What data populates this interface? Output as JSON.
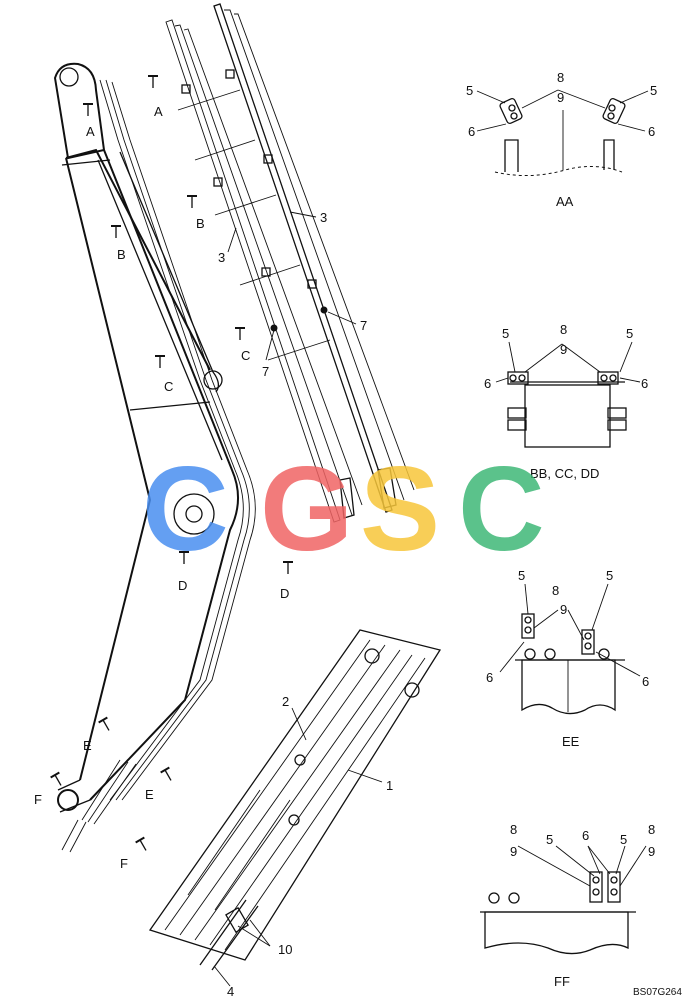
{
  "callouts": {
    "p1": "1",
    "p2": "2",
    "p3a": "3",
    "p3b": "3",
    "p4": "4",
    "p7a": "7",
    "p7b": "7",
    "p10": "10"
  },
  "section_markers": {
    "a1": "A",
    "a2": "A",
    "b1": "B",
    "b2": "B",
    "c1": "C",
    "c2": "C",
    "d1": "D",
    "d2": "D",
    "e1": "E",
    "e2": "E",
    "f1": "F",
    "f2": "F"
  },
  "views": {
    "aa": {
      "title": "AA",
      "labels": [
        "5",
        "8",
        "9",
        "5",
        "6",
        "6"
      ]
    },
    "bb": {
      "title": "BB, CC, DD",
      "labels": [
        "5",
        "8",
        "9",
        "5",
        "6",
        "6"
      ]
    },
    "ee": {
      "title": "EE",
      "labels": [
        "5",
        "8",
        "9",
        "5",
        "6",
        "6"
      ]
    },
    "ff": {
      "title": "FF",
      "labels": [
        "8",
        "9",
        "5",
        "6",
        "5",
        "8",
        "9"
      ]
    }
  },
  "drawing_code": "BS07G264",
  "watermark": {
    "letters": [
      "C",
      "G",
      "S",
      "C"
    ],
    "colors": [
      "#4a8ff0",
      "#f06464",
      "#f7c63a",
      "#3fb877"
    ]
  }
}
